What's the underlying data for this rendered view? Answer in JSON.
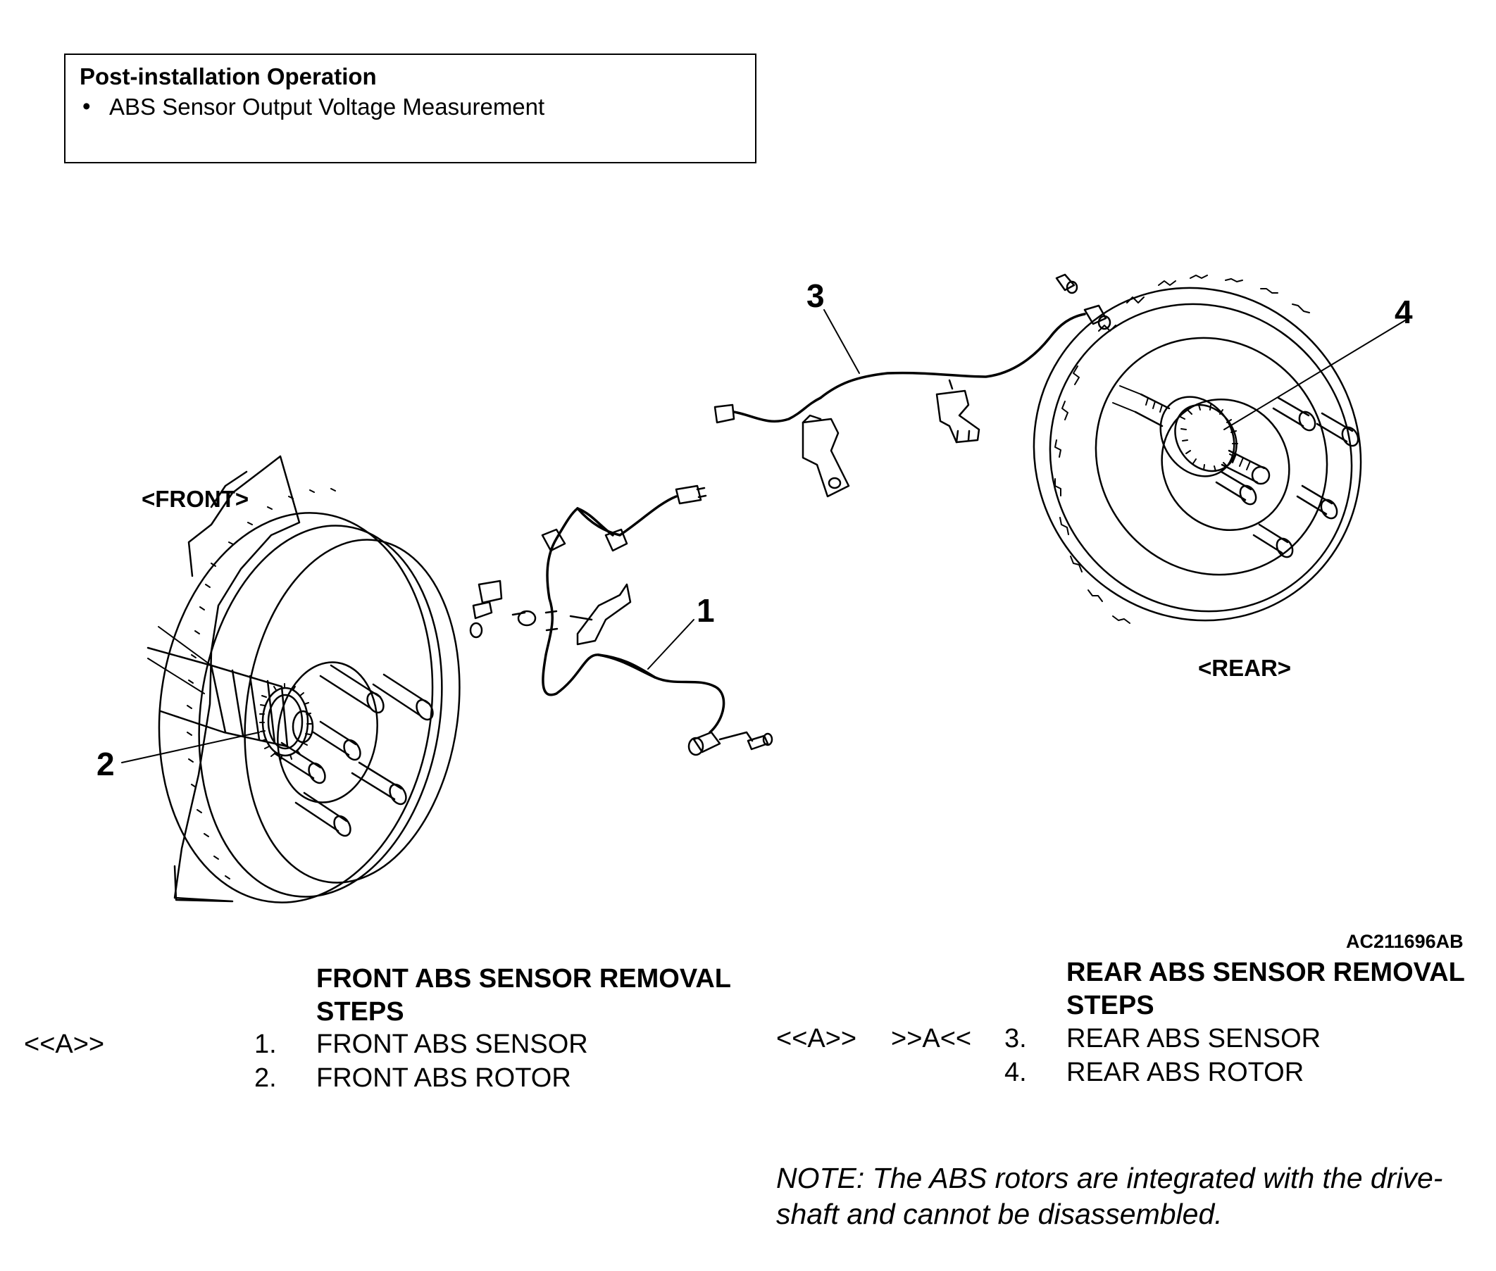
{
  "post_installation": {
    "title": "Post-installation Operation",
    "bullet": "•",
    "items": [
      "ABS Sensor Output Voltage Measurement"
    ]
  },
  "diagram": {
    "front_label": "<FRONT>",
    "rear_label": "<REAR>",
    "callouts": [
      "1",
      "2",
      "3",
      "4"
    ],
    "figure_id": "AC211696AB"
  },
  "front_steps": {
    "title_line1": "FRONT ABS SENSOR REMOVAL",
    "title_line2": "STEPS",
    "items": [
      {
        "ref": "<<A>>",
        "num": "1.",
        "label": "FRONT ABS SENSOR"
      },
      {
        "ref": "",
        "num": "2.",
        "label": "FRONT ABS ROTOR"
      }
    ]
  },
  "rear_steps": {
    "title_line1": "REAR ABS SENSOR REMOVAL",
    "title_line2": "STEPS",
    "items": [
      {
        "ref": "<<A>>",
        "ref2": ">>A<<",
        "num": "3.",
        "label": "REAR ABS SENSOR"
      },
      {
        "ref": "",
        "ref2": "",
        "num": "4.",
        "label": "REAR ABS ROTOR"
      }
    ]
  },
  "note": {
    "line1": "NOTE: The ABS rotors are integrated with the drive-",
    "line2": "shaft and cannot be disassembled."
  }
}
